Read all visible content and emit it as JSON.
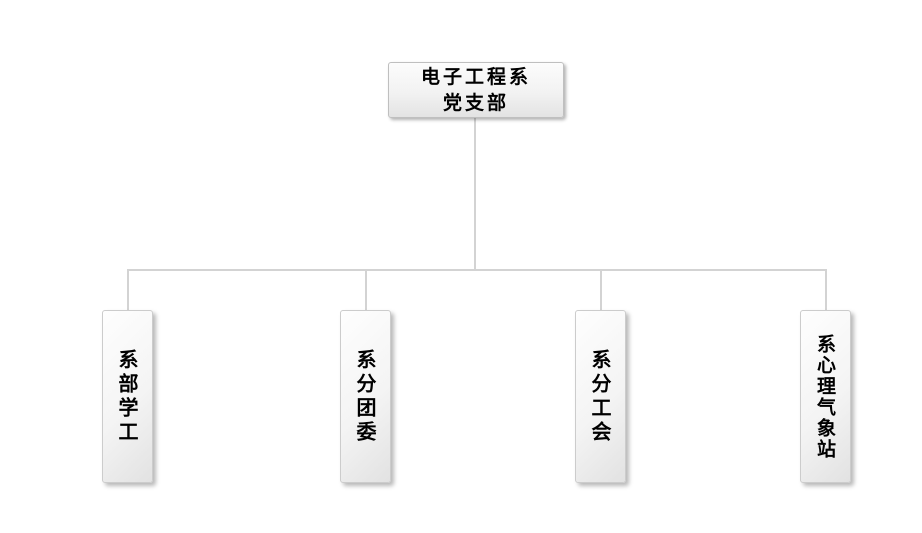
{
  "org_chart": {
    "type": "org-tree",
    "root": {
      "label": "电子工程系\n党支部"
    },
    "children": [
      {
        "label": "系部学工"
      },
      {
        "label": "系分团委"
      },
      {
        "label": "系分工会"
      },
      {
        "label": "系心理气象站"
      }
    ]
  },
  "colors": {
    "background": "#ffffff",
    "connector_line": "#d3d3d3",
    "box_border": "#bfbfbf",
    "box_fill_light": "#fefefe",
    "box_fill_dark": "#e2e2e2",
    "text": "#000000"
  }
}
